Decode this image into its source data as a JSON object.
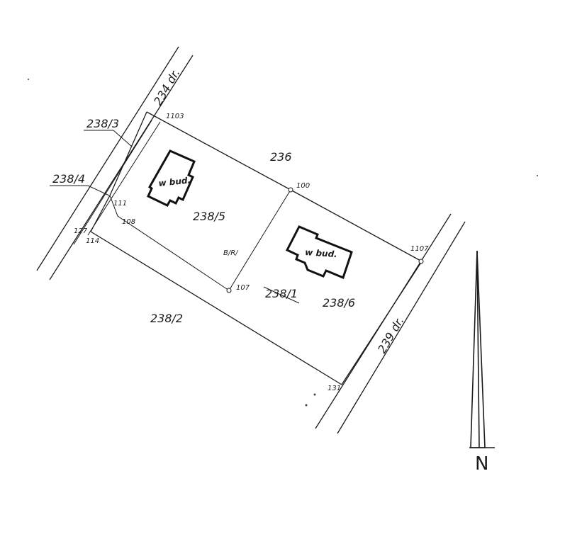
{
  "labels": {
    "road_north": "234 dr.",
    "road_south": "239 dr.",
    "parcel_236": "236",
    "parcel_238_2": "238/2",
    "parcel_238_3": "238/3",
    "parcel_238_4": "238/4",
    "parcel_238_5": "238/5",
    "parcel_238_6": "238/6",
    "parcel_238_1": "238/1",
    "boundary_code": "B/R/",
    "building_1": "w bud.",
    "building_2": "w bud."
  },
  "points": {
    "p1103": "1103",
    "p100": "100",
    "p1107": "1107",
    "p111": "111",
    "p108": "108",
    "p127": "127",
    "p114": "114",
    "p107": "107",
    "p131": "131"
  },
  "north_arrow": {
    "letter": "N"
  }
}
